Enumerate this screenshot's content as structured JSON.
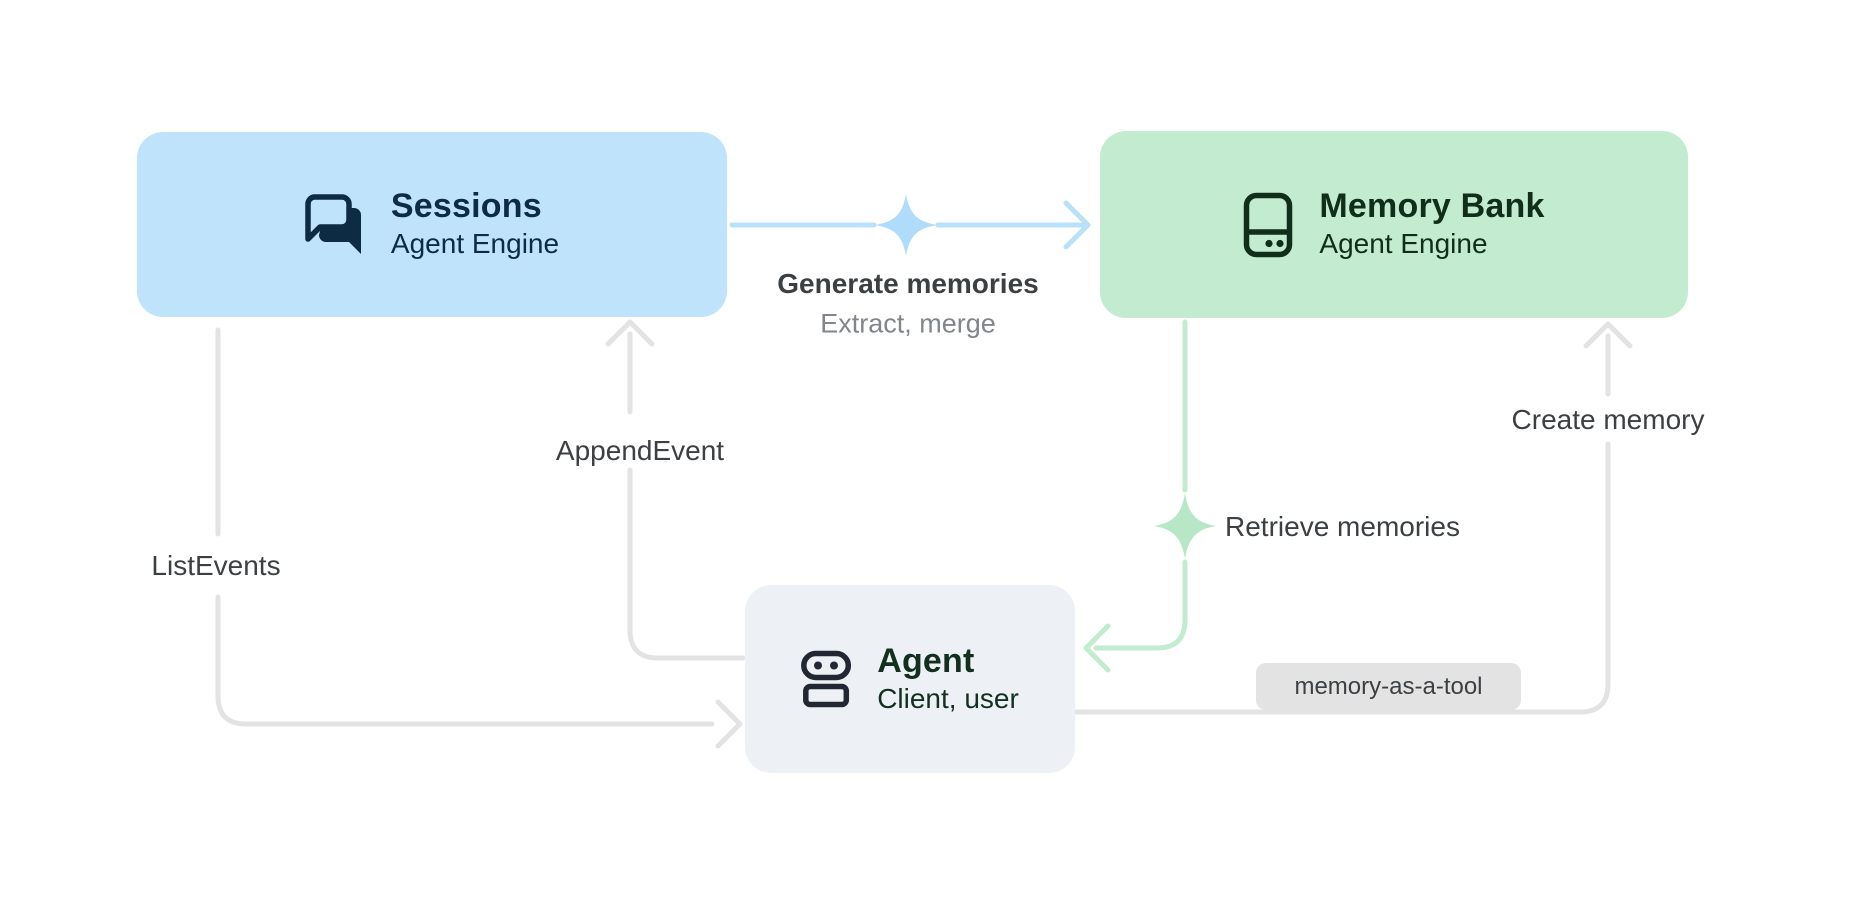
{
  "nodes": {
    "sessions": {
      "title": "Sessions",
      "subtitle": "Agent Engine",
      "icon": "chat-bubbles-icon",
      "bg": "#BEE3FB",
      "fg": "#0E2B44"
    },
    "memory_bank": {
      "title": "Memory Bank",
      "subtitle": "Agent Engine",
      "icon": "storage-icon",
      "bg": "#C2EBD0",
      "fg": "#102E1A"
    },
    "agent": {
      "title": "Agent",
      "subtitle": "Client, user",
      "icon": "robot-icon",
      "bg": "#EDF1F6",
      "fg": "#13301E"
    }
  },
  "edges": {
    "generate_memories": {
      "from": "sessions",
      "to": "memory_bank",
      "label": "Generate memories",
      "sublabel": "Extract, merge",
      "color": "#B9E1FB",
      "sparkle_color": "#AEDCFA"
    },
    "retrieve_memories": {
      "from": "memory_bank",
      "to": "agent",
      "label": "Retrieve memories",
      "color": "#C2EBD0",
      "sparkle_color": "#B7E7C6"
    },
    "append_event": {
      "from": "agent",
      "to": "sessions",
      "label": "AppendEvent",
      "color": "#E3E3E3"
    },
    "list_events": {
      "from": "sessions",
      "to": "agent",
      "label": "ListEvents",
      "color": "#E3E3E3"
    },
    "create_memory": {
      "from": "agent",
      "to": "memory_bank",
      "label": "Create memory",
      "badge": "memory-as-a-tool",
      "color": "#E3E3E3"
    }
  },
  "label_colors": {
    "primary": "#3C4043",
    "secondary": "#80868B"
  },
  "badge": {
    "bg": "#E3E3E3",
    "fg": "#3C4043"
  }
}
